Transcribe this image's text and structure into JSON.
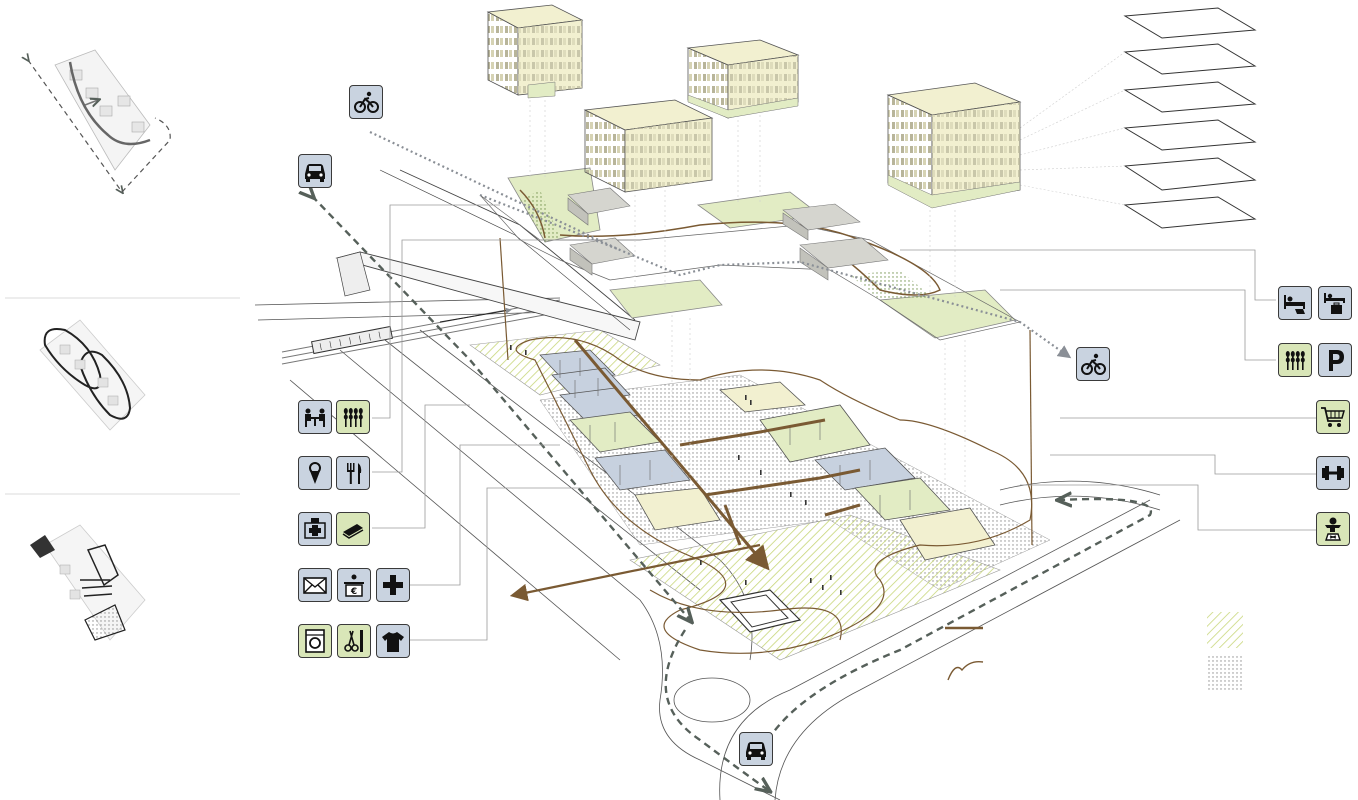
{
  "colors": {
    "tile_blue": "#c9d3e0",
    "tile_green": "#d9e6b8",
    "building_cream": "#f2f0d0",
    "building_green": "#e2ecc4",
    "building_blue": "#c7d1df",
    "path_brown": "#7a5a33",
    "dashed_grey": "#56605a",
    "dotted_path": "#8a8f96",
    "line_grey": "#9a9a9a",
    "hatch_green": "#c8d67a",
    "hatch_grey": "#8a8a8a"
  },
  "icons": {
    "transport": [
      {
        "id": "bicycle-top",
        "icon": "bicycle-icon",
        "color": "blue"
      },
      {
        "id": "car-top",
        "icon": "car-icon",
        "color": "blue"
      },
      {
        "id": "bicycle-right",
        "icon": "bicycle-icon",
        "color": "blue"
      },
      {
        "id": "car-bottom",
        "icon": "car-icon",
        "color": "blue"
      }
    ],
    "left_groups": [
      [
        {
          "icon": "cafe-icon",
          "color": "blue"
        },
        {
          "icon": "wheat-icon",
          "color": "green"
        }
      ],
      [
        {
          "icon": "ice-cream-icon",
          "color": "blue"
        },
        {
          "icon": "restaurant-icon",
          "color": "blue"
        }
      ],
      [
        {
          "icon": "pharmacy-icon",
          "color": "blue"
        },
        {
          "icon": "book-icon",
          "color": "green"
        }
      ],
      [
        {
          "icon": "mail-icon",
          "color": "blue"
        },
        {
          "icon": "bank-icon",
          "color": "blue"
        },
        {
          "icon": "medical-cross-icon",
          "color": "blue"
        }
      ],
      [
        {
          "icon": "laundry-icon",
          "color": "green"
        },
        {
          "icon": "barber-icon",
          "color": "green"
        },
        {
          "icon": "clothing-icon",
          "color": "blue"
        }
      ]
    ],
    "right_groups": [
      [
        {
          "icon": "hotel-bed-icon",
          "color": "blue"
        },
        {
          "icon": "hotel-luggage-icon",
          "color": "blue"
        }
      ],
      [
        {
          "icon": "wheat-icon",
          "color": "green"
        },
        {
          "icon": "parking-icon",
          "color": "blue"
        }
      ],
      [
        {
          "icon": "shopping-cart-icon",
          "color": "green"
        }
      ],
      [
        {
          "icon": "fitness-icon",
          "color": "blue"
        }
      ],
      [
        {
          "icon": "childcare-icon",
          "color": "green"
        }
      ]
    ]
  },
  "legend": [
    {
      "symbol": "straight-path-line"
    },
    {
      "symbol": "curved-path-line"
    },
    {
      "symbol": "green-hatch-swatch"
    },
    {
      "symbol": "grey-hatch-swatch"
    }
  ]
}
